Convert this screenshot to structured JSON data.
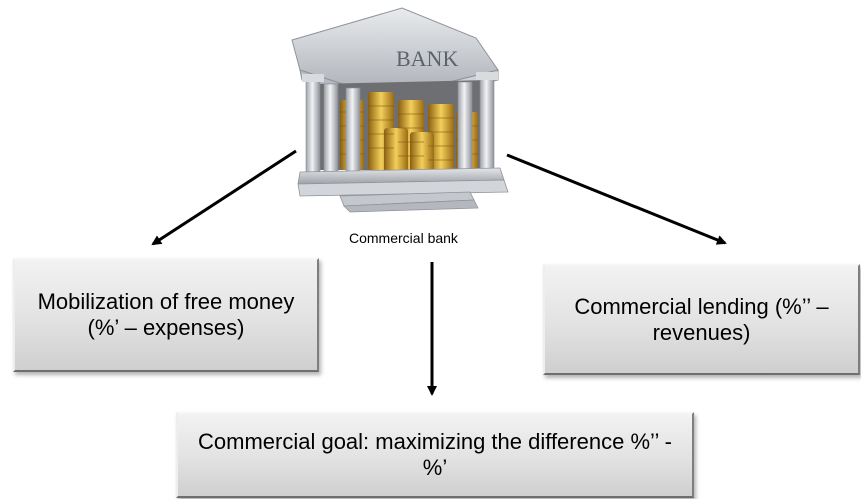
{
  "bank_label": "BANK",
  "caption": "Commercial bank",
  "boxes": {
    "left": "Mobilization of free money (%’ – expenses)",
    "right": "Commercial lending (%’’ – revenues)",
    "bottom": "Commercial goal: maximizing the difference %’’ - %’"
  },
  "colors": {
    "box_fill": "#e2e2e2",
    "arrow": "#000000",
    "coin_gold": "#d6a62b",
    "building_gray": "#c9ccd0"
  },
  "icons": [
    "bank-building-icon",
    "coin-stack-icon"
  ]
}
